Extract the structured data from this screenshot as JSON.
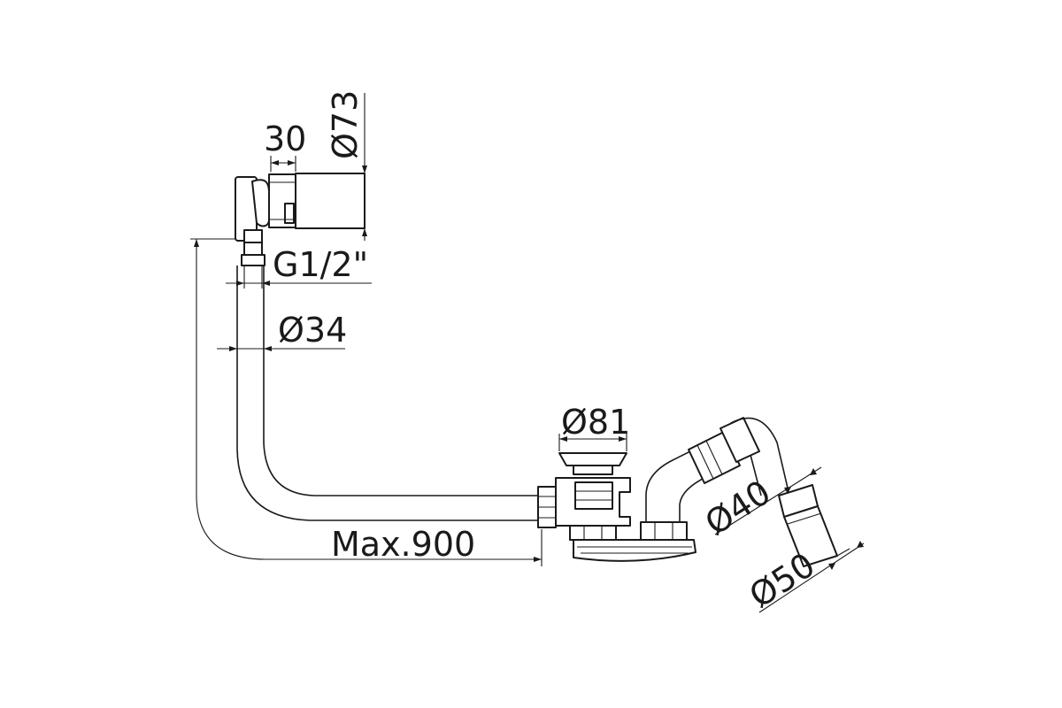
{
  "diagram": {
    "dimensions": {
      "overflow_length": "30",
      "overflow_diameter": "Ø73",
      "thread": "G1/2\"",
      "tube_diameter": "Ø34",
      "waste_diameter": "Ø81",
      "max_length": "Max.900",
      "outlet_diameter_small": "Ø40",
      "outlet_diameter_large": "Ø50"
    },
    "colors": {
      "line": "#1a1a1a",
      "background": "#ffffff"
    }
  }
}
